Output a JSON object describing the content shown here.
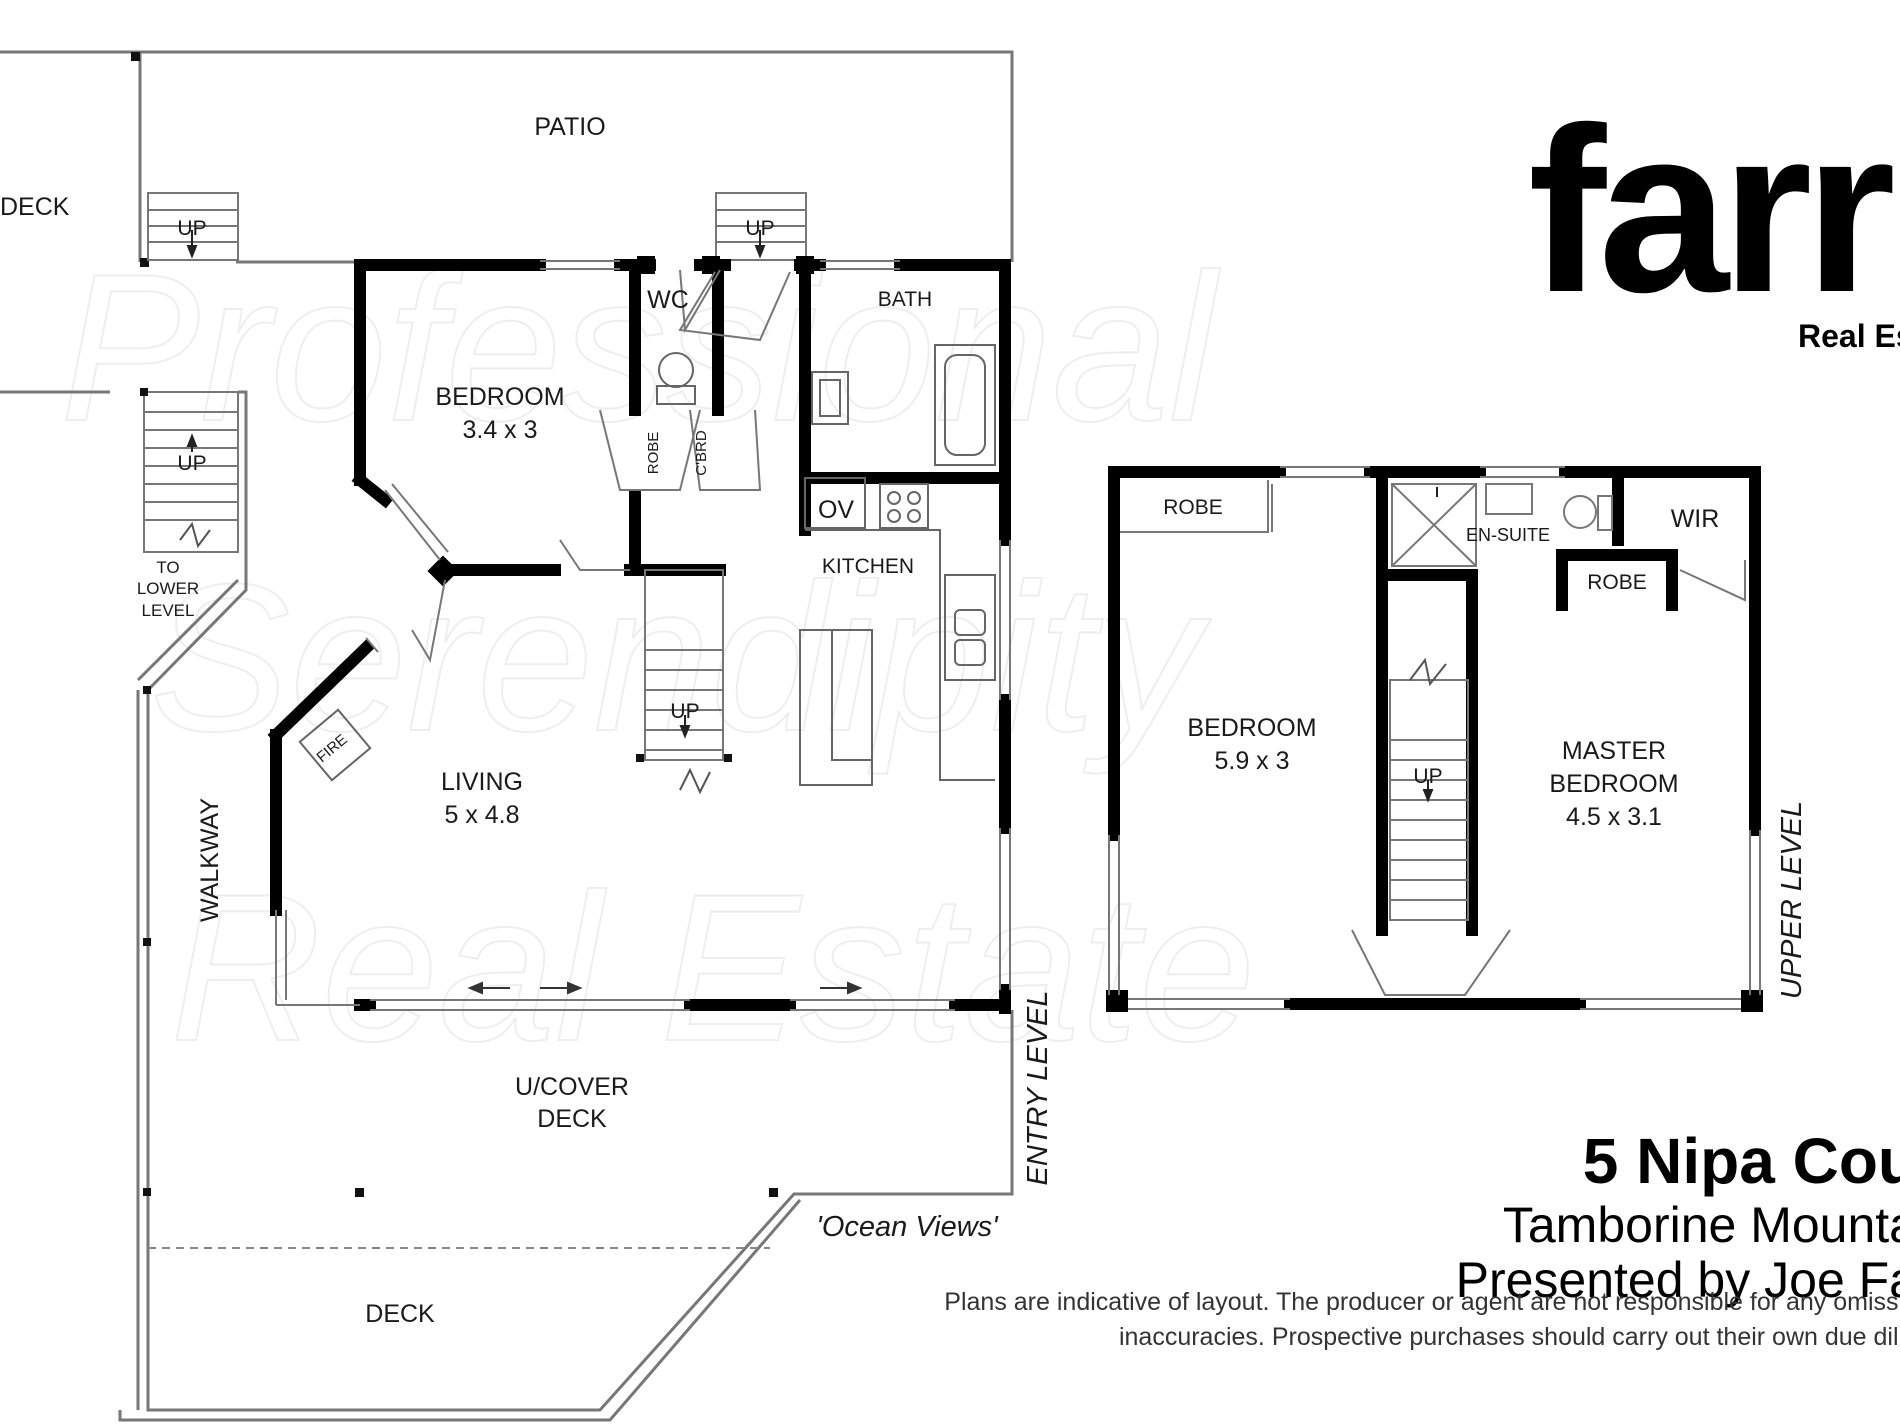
{
  "watermark": {
    "line1": "Professional",
    "line2": "Serendipity",
    "line3": "Real Estate"
  },
  "brand": {
    "name": "farr",
    "subtitle": "Real Est"
  },
  "entry_level": {
    "level_label": "ENTRY LEVEL",
    "patio": "PATIO",
    "deck_left": "DECK",
    "up_left": "UP",
    "up_center": "UP",
    "up_stair_left": "UP",
    "to_lower_level": [
      "TO",
      "LOWER",
      "LEVEL"
    ],
    "bedroom": {
      "name": "BEDROOM",
      "size": "3.4 x 3"
    },
    "wc": "WC",
    "bath": "BATH",
    "robe": "ROBE",
    "cbrd": "C'BRD",
    "ov": "OV",
    "kitchen": "KITCHEN",
    "up_kitchen_stair": "UP",
    "fire": "FIRE",
    "living": {
      "name": "LIVING",
      "size": "5 x 4.8"
    },
    "walkway": "WALKWAY",
    "ucover_deck": [
      "U/COVER",
      "DECK"
    ],
    "deck_bottom": "DECK",
    "ocean_views": "'Ocean Views'"
  },
  "upper_level": {
    "level_label": "UPPER LEVEL",
    "robe": "ROBE",
    "bedroom": {
      "name": "BEDROOM",
      "size": "5.9 x 3"
    },
    "ensuite": "EN-SUITE",
    "wir": "WIR",
    "robe2": "ROBE",
    "up": "UP",
    "master": {
      "line1": "MASTER",
      "line2": "BEDROOM",
      "size": "4.5 x 3.1"
    }
  },
  "address": {
    "line1": "5 Nipa Cou",
    "line2": "Tamborine Mounta",
    "line3": "Presented by Joe Fa"
  },
  "disclaimer": {
    "line1": "Plans are indicative of layout. The producer or agent are not responsible for any omissio",
    "line2": "inaccuracies. Prospective purchases should carry out their own due dilig"
  }
}
